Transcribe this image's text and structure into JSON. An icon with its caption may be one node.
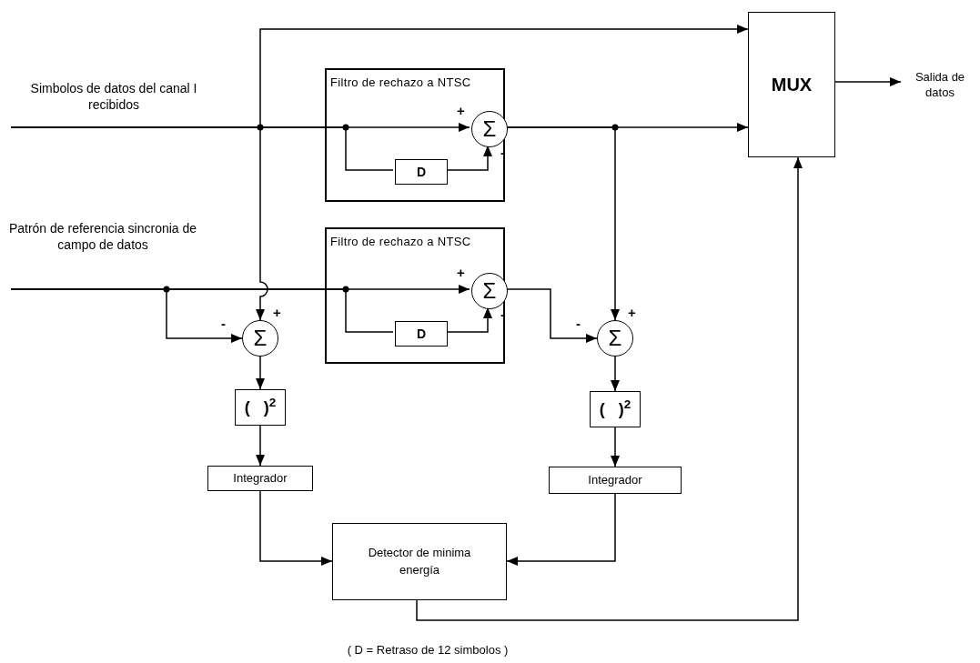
{
  "diagram": {
    "caption": "( D = Retraso de 12 simbolos )",
    "nodes": [
      {
        "text": [
          "Filtro de rechazo a NTSC"
        ]
      },
      {
        "text": [
          "Σ"
        ],
        "in": 0,
        "beside": [
          "+",
          "-"
        ]
      },
      {
        "text": [
          "D"
        ],
        "in": 0
      },
      {
        "text": [
          "Filtro de rechazo a NTSC"
        ]
      },
      {
        "text": [
          "Σ"
        ],
        "in": 3,
        "beside": [
          "+",
          "-"
        ]
      },
      {
        "text": [
          "D"
        ],
        "in": 3
      },
      {
        "text": [
          "MUX"
        ]
      },
      {
        "text": [
          "Salida de datos"
        ]
      },
      {
        "text": [
          "Σ"
        ],
        "beside": [
          "-",
          "+"
        ]
      },
      {
        "text": [
          "(   )$^{2}$"
        ]
      },
      {
        "text": [
          "Σ"
        ],
        "beside": [
          "-",
          "+"
        ]
      },
      {
        "text": [
          "(   )$^{2}$"
        ]
      },
      {
        "text": [
          "Integrador"
        ]
      },
      {
        "text": [
          "Integrador"
        ]
      },
      {
        "text": [
          "Detector de minima energía"
        ]
      }
    ],
    "edges": [
      {
        "from": null,
        "to": 6,
        "arrow": "to"
      },
      {
        "from": null,
        "to": 1,
        "arrow": "to"
      },
      {
        "from": null,
        "to": 2,
        "arrow": "none"
      },
      {
        "from": null,
        "to": 8,
        "arrow": "to"
      },
      {
        "from": 2,
        "to": 1,
        "arrow": "to"
      },
      {
        "from": 1,
        "to": 6,
        "arrow": "to"
      },
      {
        "from": 1,
        "to": 10,
        "arrow": "to"
      },
      {
        "from": 6,
        "to": 7,
        "arrow": "to"
      },
      {
        "from": null,
        "to": 4,
        "arrow": "to"
      },
      {
        "from": null,
        "to": 5,
        "arrow": "none"
      },
      {
        "from": null,
        "to": 8,
        "arrow": "to"
      },
      {
        "from": 5,
        "to": 4,
        "arrow": "to"
      },
      {
        "from": 4,
        "to": 10,
        "arrow": "to"
      },
      {
        "from": 8,
        "to": 9,
        "arrow": "to"
      },
      {
        "from": 10,
        "to": 11,
        "arrow": "to"
      },
      {
        "from": 9,
        "to": 12,
        "arrow": "to"
      },
      {
        "from": 11,
        "to": 13,
        "arrow": "to"
      },
      {
        "from": 12,
        "to": 14,
        "arrow": "to"
      },
      {
        "from": 13,
        "to": 14,
        "arrow": "to"
      },
      {
        "from": 14,
        "to": 6,
        "arrow": "to"
      }
    ],
    "labels": [
      "Simbolos de datos del canal I recibidos",
      "Patrón de referencia sincronia de campo de datos"
    ]
  }
}
